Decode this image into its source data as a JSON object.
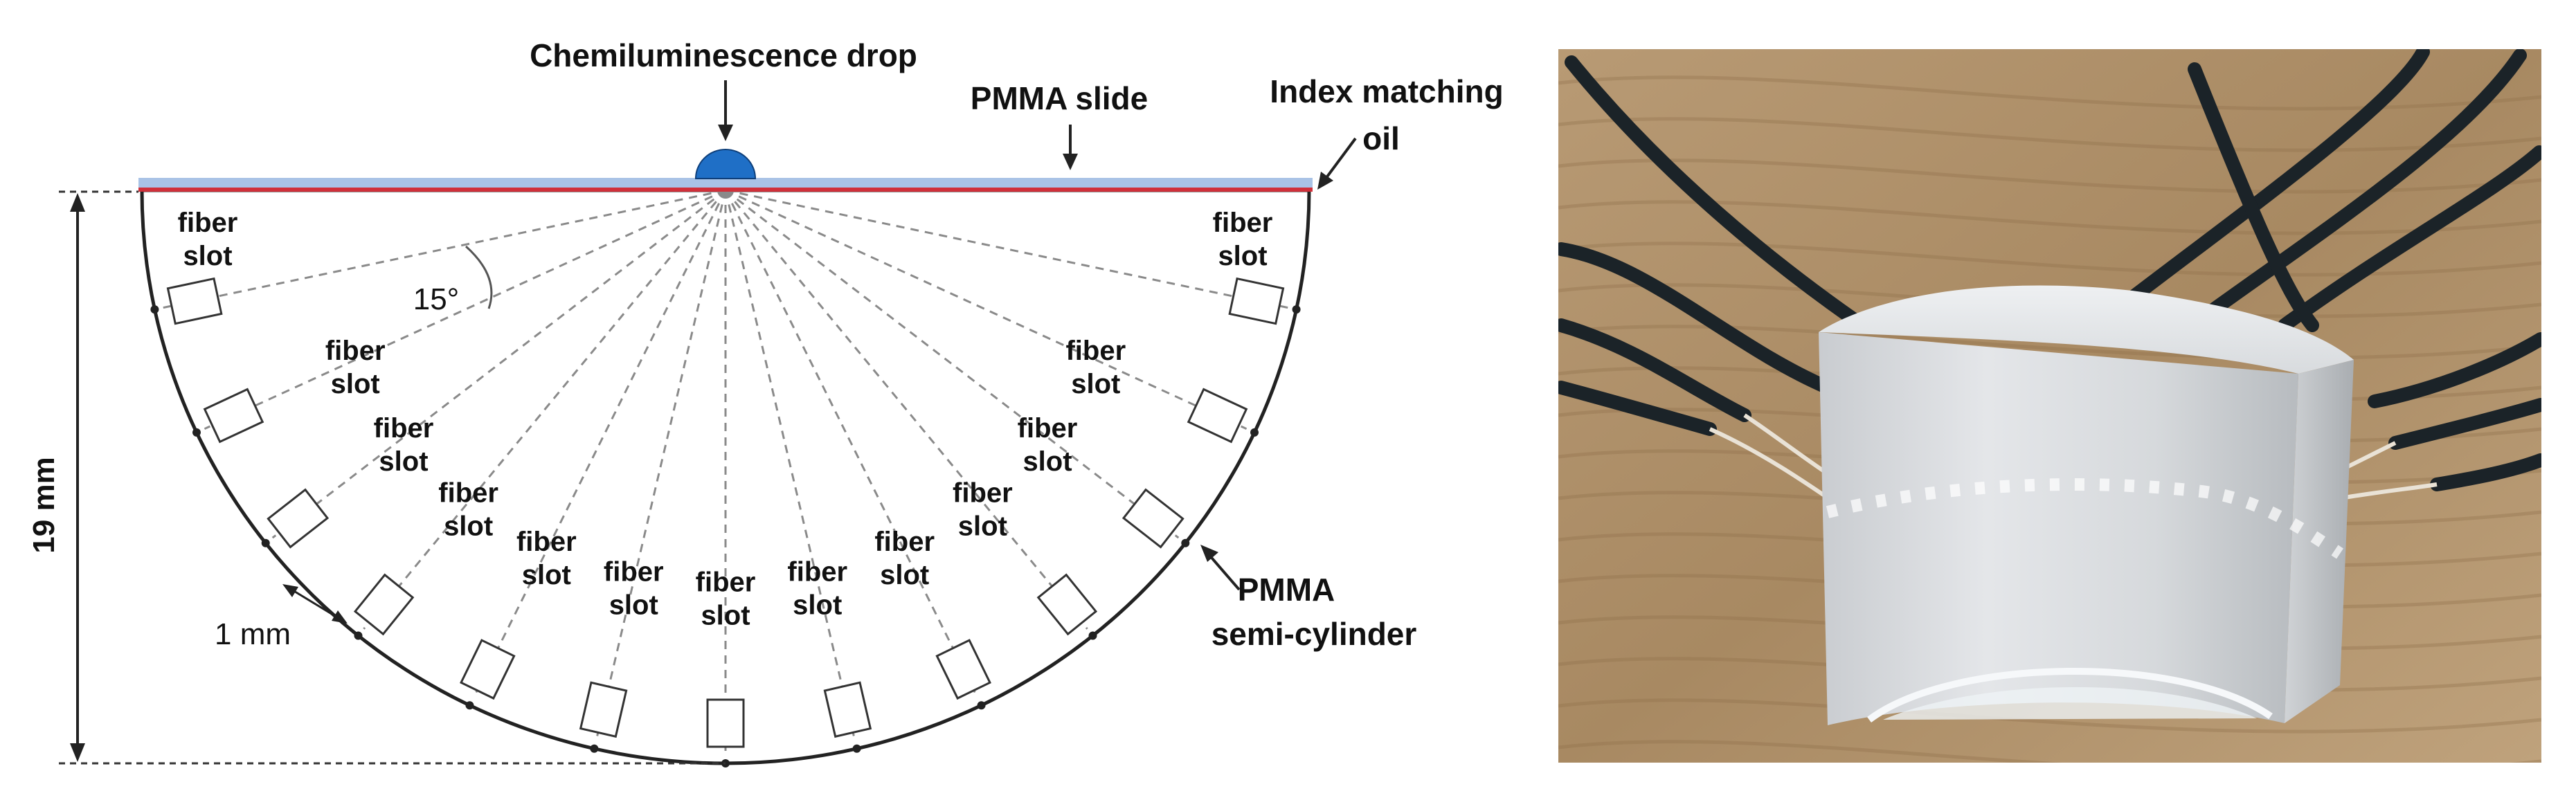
{
  "labels": {
    "drop": "Chemiluminescence drop",
    "slide": "PMMA slide",
    "oil_line1": "Index matching",
    "oil_line2": "oil",
    "semi_line1": "PMMA",
    "semi_line2": "semi-cylinder",
    "angle": "15°",
    "gap": "1 mm",
    "height": "19 mm",
    "fiber_line1": "fiber",
    "fiber_line2": "slot"
  },
  "geometry": {
    "angle_step_deg": 15,
    "fiber_slot_count": 13
  },
  "colors": {
    "slide": "#a9c3e6",
    "oil": "#d0303a",
    "drop": "#1f6fc6",
    "dashed": "#8a8a8a",
    "outline": "#222222"
  },
  "photo": {
    "description_icon": "photo-of-pmma-semi-cylinder-with-fibers"
  }
}
